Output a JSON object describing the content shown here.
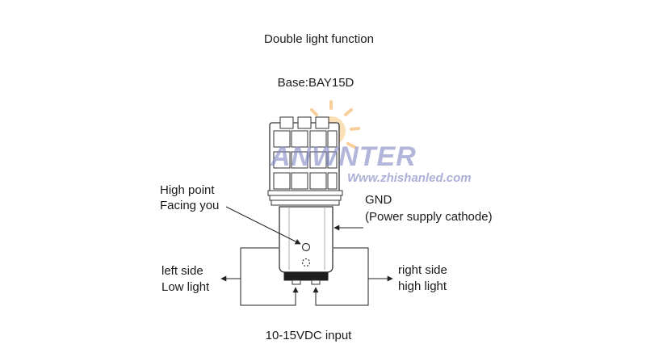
{
  "diagram": {
    "title": "Double light function",
    "base": "Base:BAY15D",
    "high_point_line1": "High point",
    "high_point_line2": "Facing you",
    "gnd_line1": "GND",
    "gnd_line2": "(Power supply cathode)",
    "left_line1": "left side",
    "left_line2": "Low light",
    "right_line1": "right side",
    "right_line2": "high light",
    "input": "10-15VDC input"
  },
  "watermark": {
    "logo": "ANWNTER",
    "url": "Www.zhishanled.com"
  },
  "colors": {
    "line": "#222222",
    "bulb_outline": "#333333",
    "watermark_blue": "#7f86c2",
    "watermark_orange": "#f3a94a"
  }
}
